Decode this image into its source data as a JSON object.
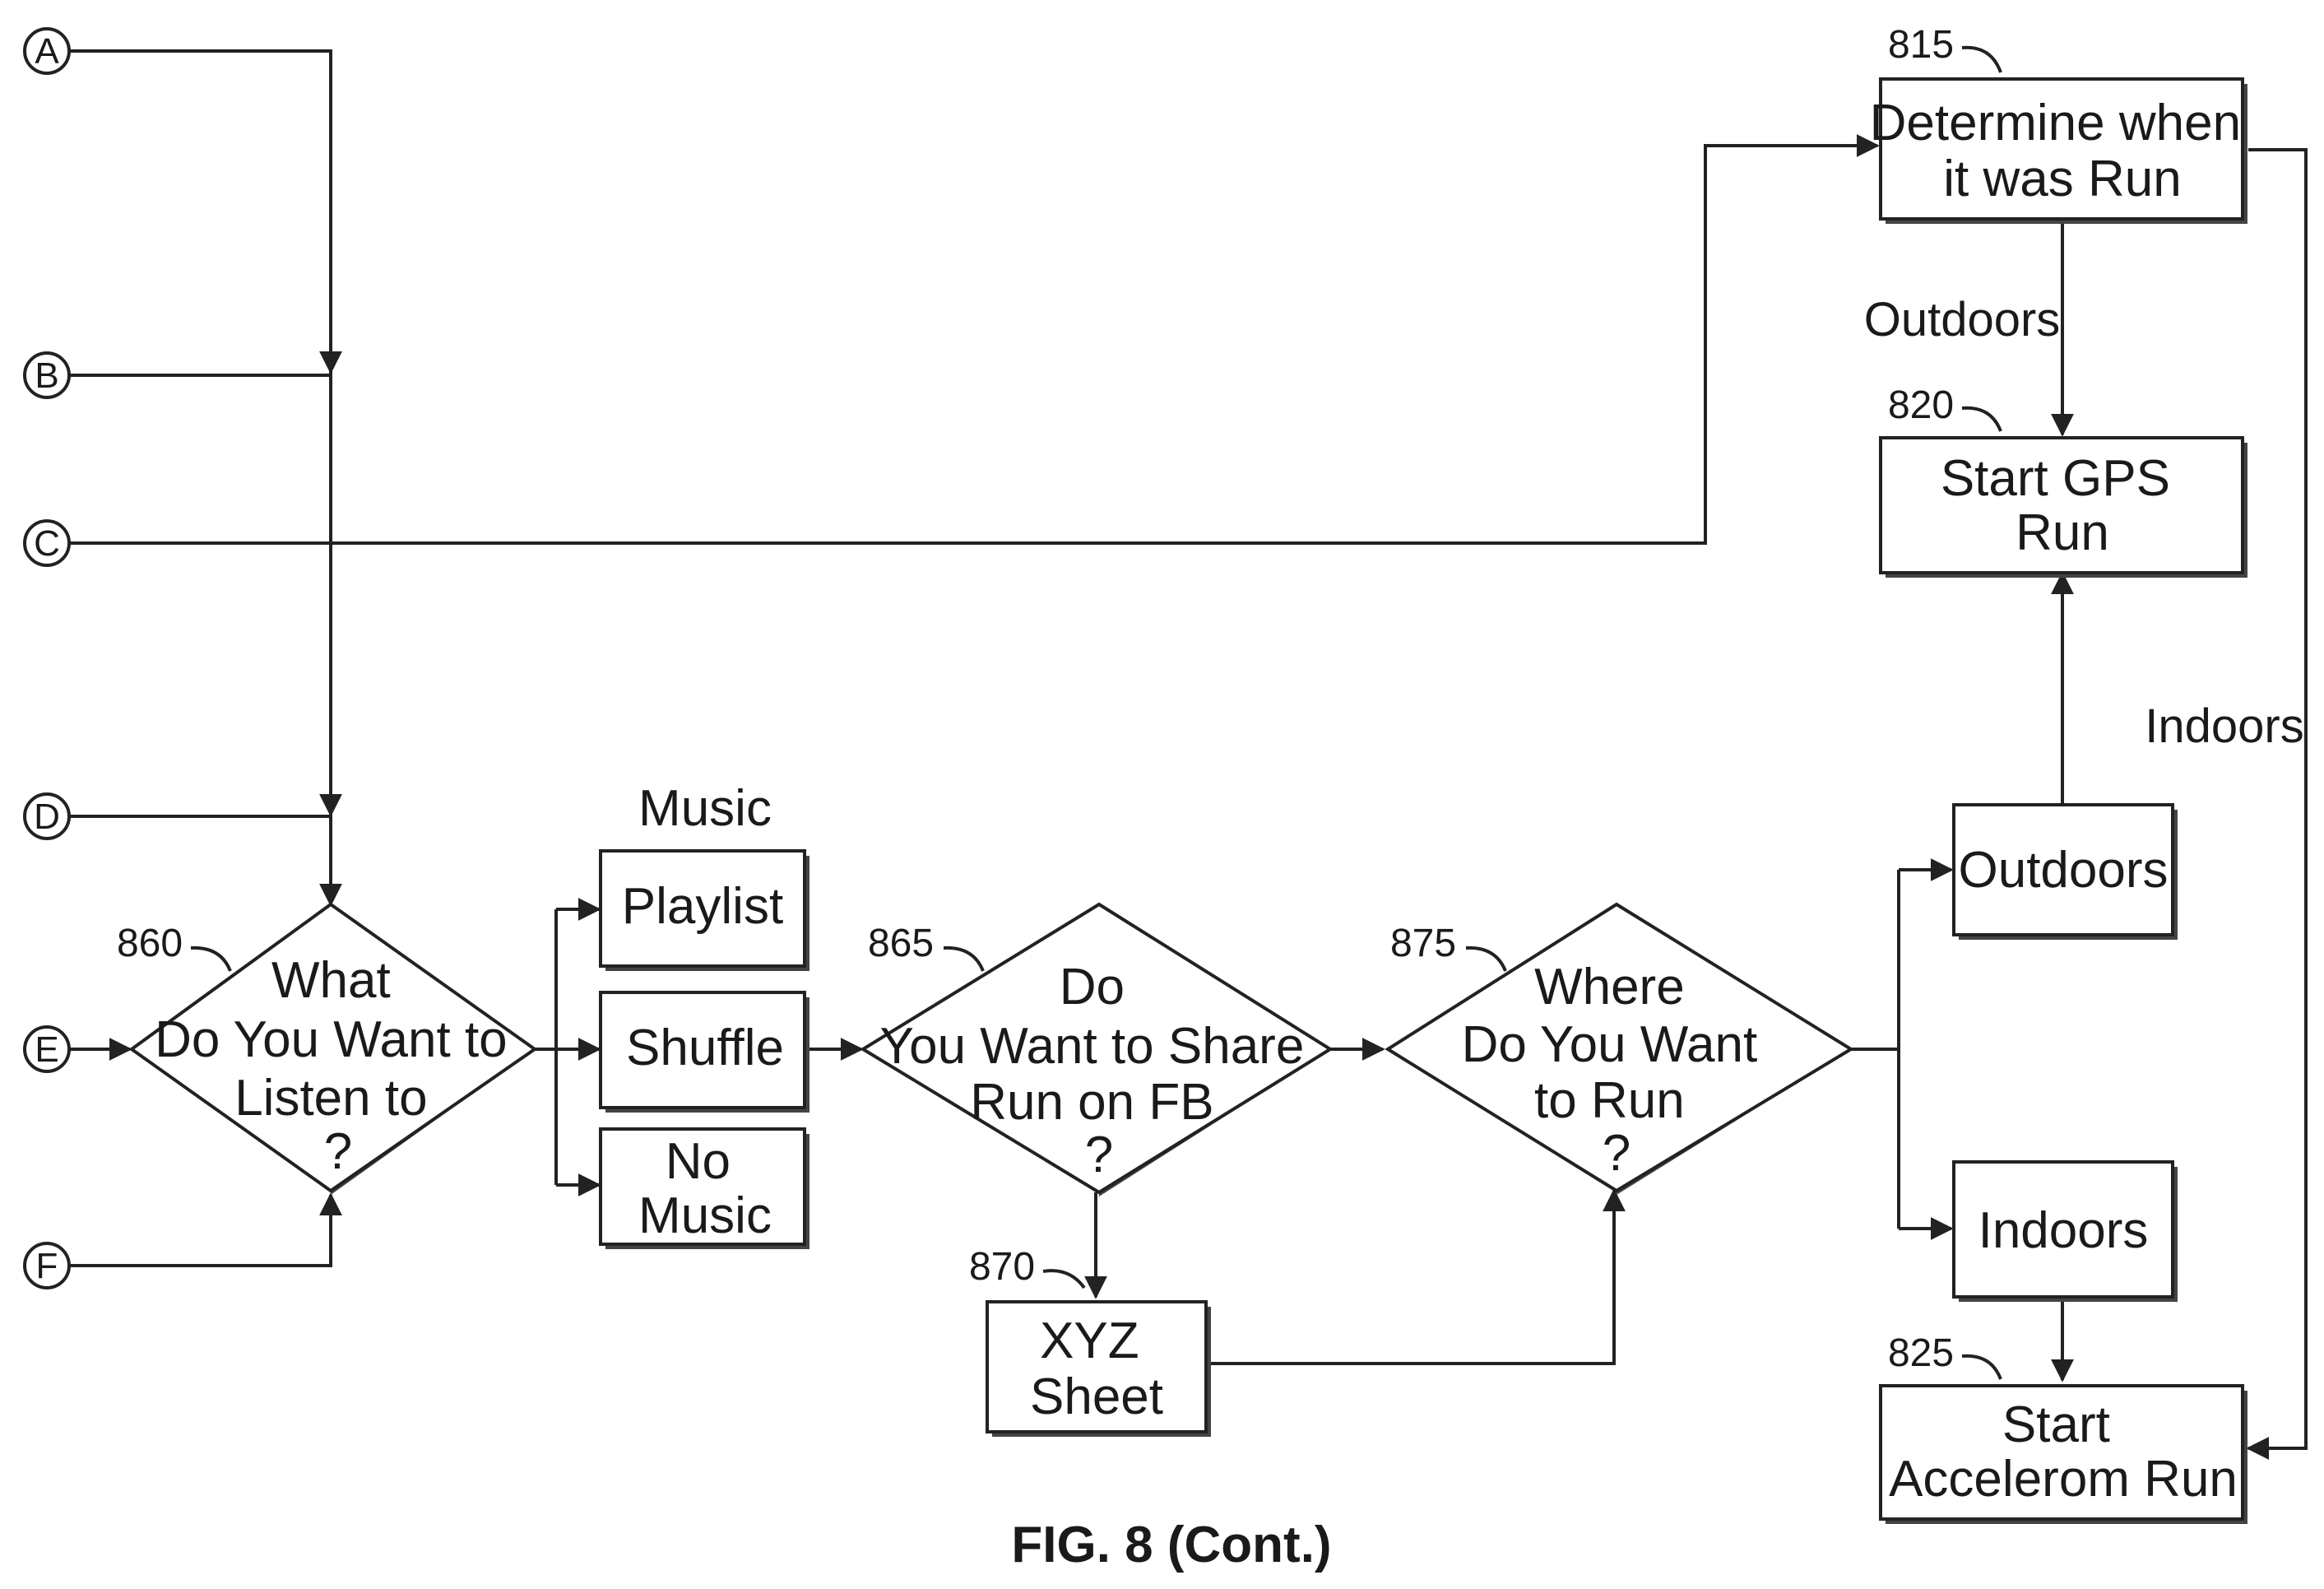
{
  "connectors": [
    "A",
    "B",
    "C",
    "D",
    "E",
    "F"
  ],
  "decisions": {
    "d860": {
      "ref": "860",
      "lines": [
        "What",
        "Do You Want to",
        "Listen to",
        "?"
      ]
    },
    "d865": {
      "ref": "865",
      "lines": [
        "Do",
        "You Want to Share",
        "Run on FB",
        "?"
      ]
    },
    "d875": {
      "ref": "875",
      "lines": [
        "Where",
        "Do You Want",
        "to Run",
        "?"
      ]
    }
  },
  "music": {
    "heading": "Music",
    "playlist": "Playlist",
    "shuffle": "Shuffle",
    "no_music": [
      "No",
      "Music"
    ]
  },
  "boxes": {
    "b815": {
      "ref": "815",
      "lines": [
        "Determine when",
        "it was Run"
      ]
    },
    "b820": {
      "ref": "820",
      "lines": [
        "Start GPS",
        "Run"
      ]
    },
    "b825": {
      "ref": "825",
      "lines": [
        "Start",
        "Accelerom Run"
      ]
    },
    "b870": {
      "ref": "870",
      "lines": [
        "XYZ",
        "Sheet"
      ]
    },
    "outdoors": {
      "lines": [
        "Outdoors"
      ]
    },
    "indoors": {
      "lines": [
        "Indoors"
      ]
    }
  },
  "edge_labels": {
    "outdoors": "Outdoors",
    "indoors": "Indoors"
  },
  "caption": "FIG. 8 (Cont.)"
}
